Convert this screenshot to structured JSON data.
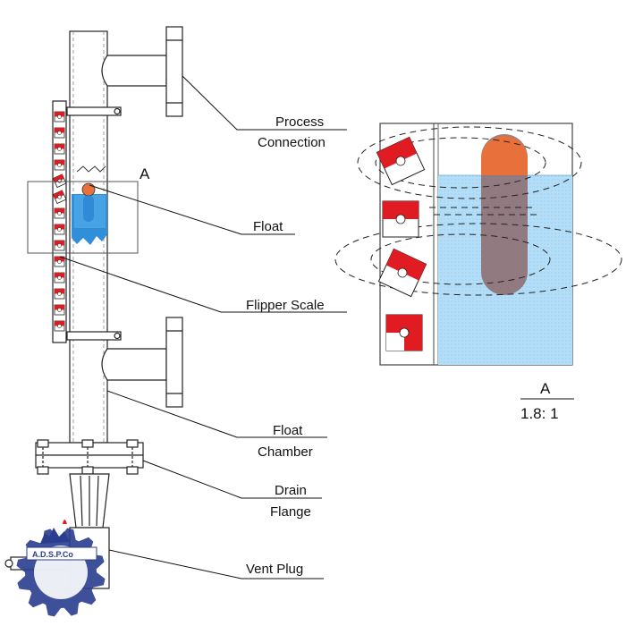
{
  "labels": {
    "process_connection": [
      "Process",
      "Connection"
    ],
    "float": "Float",
    "flipper_scale": "Flipper Scale",
    "float_chamber": [
      "Float",
      "Chamber"
    ],
    "drain_flange": [
      "Drain",
      "Flange"
    ],
    "vent_plug": "Vent Plug"
  },
  "detail": {
    "marker": "A",
    "title": "A",
    "scale": "1.8: 1"
  },
  "logo": {
    "text": "A.D.S.P.Co"
  },
  "colors": {
    "flag_red": "#e01b22",
    "float_orange": "#e8703a",
    "float_body": "#8b6a6c",
    "liquid": "#a9d8f5",
    "liquid_dark": "#2f8fd8",
    "logo_blue": "#2a3d8f"
  }
}
